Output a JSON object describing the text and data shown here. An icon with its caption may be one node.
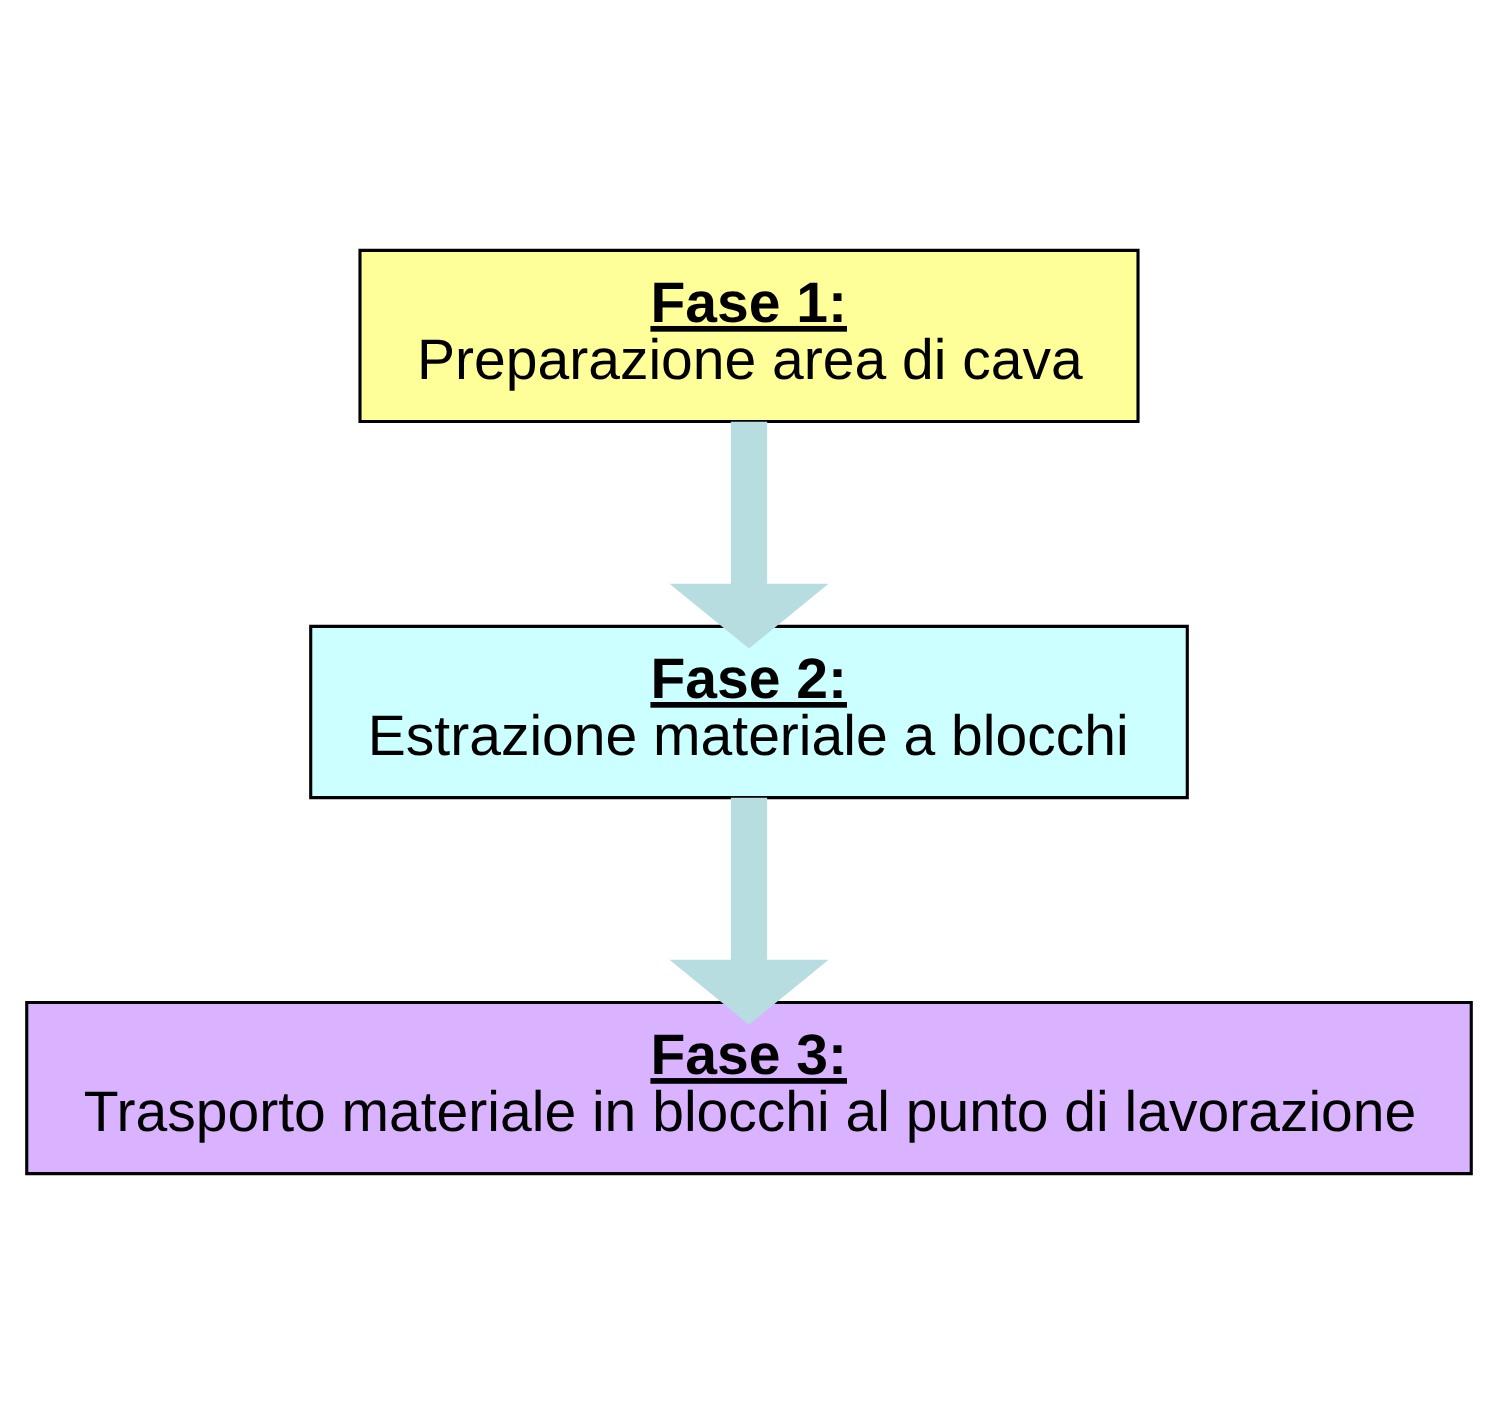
{
  "diagram": {
    "nodes": [
      {
        "text": [
          "Fase 1:",
          "Preparazione area di cava"
        ]
      },
      {
        "text": [
          "Fase 2:",
          "Estrazione materiale a blocchi"
        ]
      },
      {
        "text": [
          "Fase 3:",
          "Trasporto materiale in blocchi al punto di lavorazione"
        ]
      }
    ],
    "edges": [
      {
        "from": 0,
        "to": 1,
        "arrow": "to"
      },
      {
        "from": 1,
        "to": 2,
        "arrow": "to"
      }
    ]
  }
}
